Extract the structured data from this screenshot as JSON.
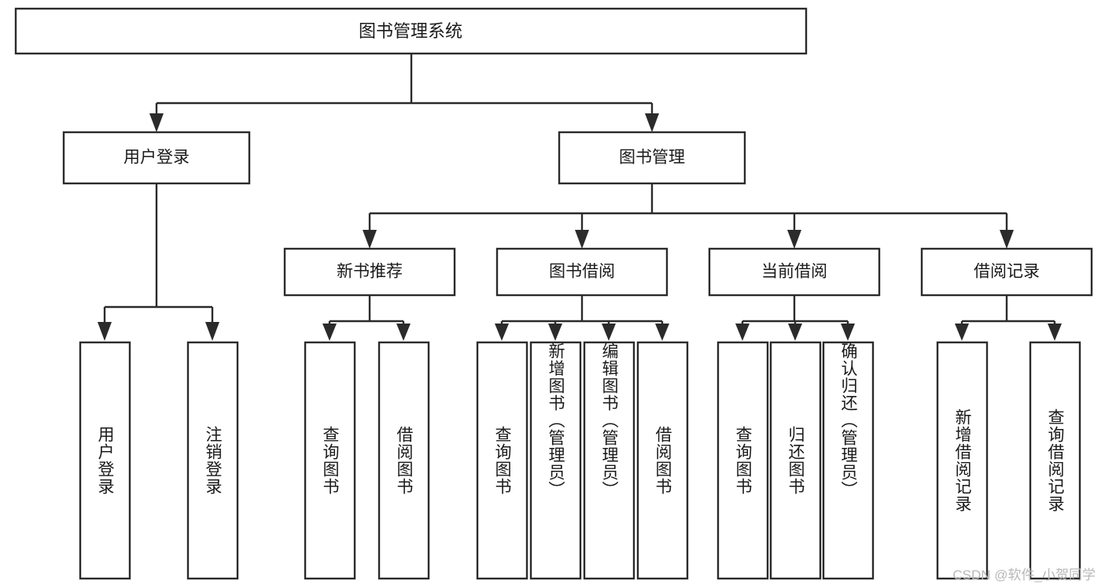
{
  "diagram": {
    "type": "tree",
    "title": "图书管理系统",
    "orientation": "top-down",
    "colors": {
      "stroke": "#2b2b2b",
      "fill": "#ffffff",
      "text": "#1a1a1a",
      "watermark": "#b8b8b8",
      "background": "#ffffff"
    },
    "root": {
      "label": "图书管理系统"
    },
    "level2": [
      {
        "label": "用户登录"
      },
      {
        "label": "图书管理"
      }
    ],
    "level3": [
      {
        "label": "新书推荐"
      },
      {
        "label": "图书借阅"
      },
      {
        "label": "当前借阅"
      },
      {
        "label": "借阅记录"
      }
    ],
    "leaves": {
      "user_login": [
        {
          "label": "用户登录"
        },
        {
          "label": "注销登录"
        }
      ],
      "new_book_recommend": [
        {
          "label": "查询图书"
        },
        {
          "label": "借阅图书"
        }
      ],
      "book_borrow": [
        {
          "label": "查询图书"
        },
        {
          "label": "新增图书（管理员）"
        },
        {
          "label": "编辑图书（管理员）"
        },
        {
          "label": "借阅图书"
        }
      ],
      "current_borrow": [
        {
          "label": "查询图书"
        },
        {
          "label": "归还图书"
        },
        {
          "label": "确认归还（管理员）"
        }
      ],
      "borrow_record": [
        {
          "label": "新增借阅记录"
        },
        {
          "label": "查询借阅记录"
        }
      ]
    }
  },
  "watermark": {
    "text": "CSDN @软件_小贺同学"
  }
}
